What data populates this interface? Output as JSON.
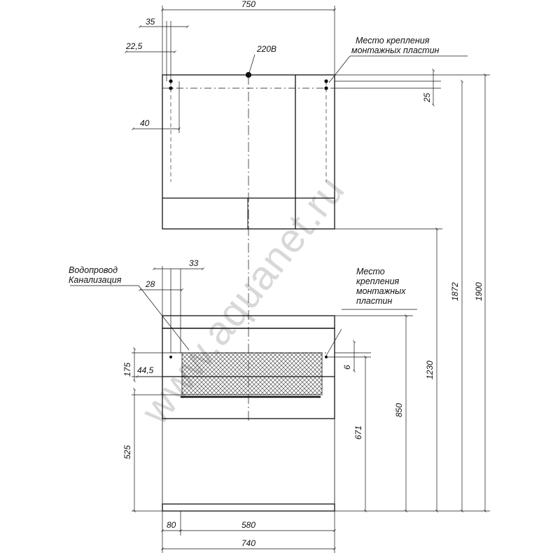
{
  "dimensions": {
    "top_width": "750",
    "top_offset_35": "35",
    "top_offset_22_5": "22,5",
    "top_offset_40": "40",
    "top_25": "25",
    "mid_33": "33",
    "mid_28": "28",
    "mid_175": "175",
    "mid_44_5": "44,5",
    "mid_6": "6",
    "h_525": "525",
    "h_671": "671",
    "h_850": "850",
    "h_1230": "1230",
    "h_1872": "1872",
    "h_1900": "1900",
    "bot_80": "80",
    "bot_580": "580",
    "bot_740": "740"
  },
  "labels": {
    "power": "220В",
    "mount_top_line1": "Место крепления",
    "mount_top_line2": "монтажных пластин",
    "water_line1": "Водопровод",
    "water_line2": "Канализация",
    "mount_mid_line1": "Место",
    "mount_mid_line2": "крепления",
    "mount_mid_line3": "монтажных",
    "mount_mid_line4": "пластин"
  },
  "watermark": "www.aquanet.ru",
  "colors": {
    "line": "#111111",
    "hatch": "#555555",
    "watermark": "#d8d8d8"
  }
}
